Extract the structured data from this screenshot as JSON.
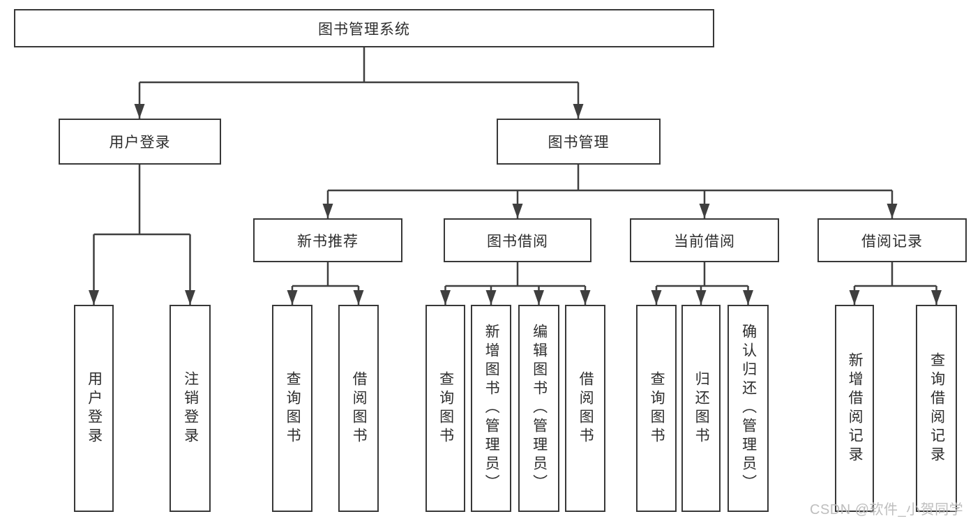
{
  "tree": {
    "root": {
      "label": "图书管理系统"
    },
    "branches": [
      {
        "label": "用户登录",
        "children": [
          {
            "label": "用户登录"
          },
          {
            "label": "注销登录"
          }
        ]
      },
      {
        "label": "图书管理",
        "children": [
          {
            "label": "新书推荐",
            "children": [
              {
                "label": "查询图书"
              },
              {
                "label": "借阅图书"
              }
            ]
          },
          {
            "label": "图书借阅",
            "children": [
              {
                "label": "查询图书"
              },
              {
                "label": "新增图书（管理员）"
              },
              {
                "label": "编辑图书（管理员）"
              },
              {
                "label": "借阅图书"
              }
            ]
          },
          {
            "label": "当前借阅",
            "children": [
              {
                "label": "查询图书"
              },
              {
                "label": "归还图书"
              },
              {
                "label": "确认归还（管理员）"
              }
            ]
          },
          {
            "label": "借阅记录",
            "children": [
              {
                "label": "新增借阅记录"
              },
              {
                "label": "查询借阅记录"
              }
            ]
          }
        ]
      }
    ]
  },
  "watermark": {
    "text": "CSDN @软件_小贺同学"
  },
  "colors": {
    "background": "#ffffff",
    "box_border": "#383838",
    "connector_line": "#3f3f3f",
    "text": "#2d2d2d",
    "watermark_text": "#bababa"
  }
}
